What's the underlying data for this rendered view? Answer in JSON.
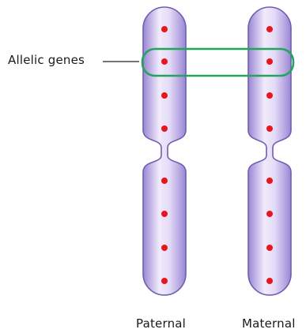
{
  "diagram": {
    "callout_label": "Allelic genes",
    "chromosomes": [
      {
        "name": "Paternal",
        "gene_count_upper": 4,
        "gene_count_lower": 4
      },
      {
        "name": "Maternal",
        "gene_count_upper": 4,
        "gene_count_lower": 4
      }
    ],
    "highlighted_gene_index": 1,
    "colors": {
      "chromosome_fill_light": "#f1ebfb",
      "chromosome_fill_mid": "#c7b8ee",
      "chromosome_fill_dark": "#9a86d4",
      "chromosome_outline": "#6f5fb0",
      "gene_dot": "#e8141e",
      "highlight_box": "#1fa65a",
      "leader_line": "#222222"
    }
  }
}
